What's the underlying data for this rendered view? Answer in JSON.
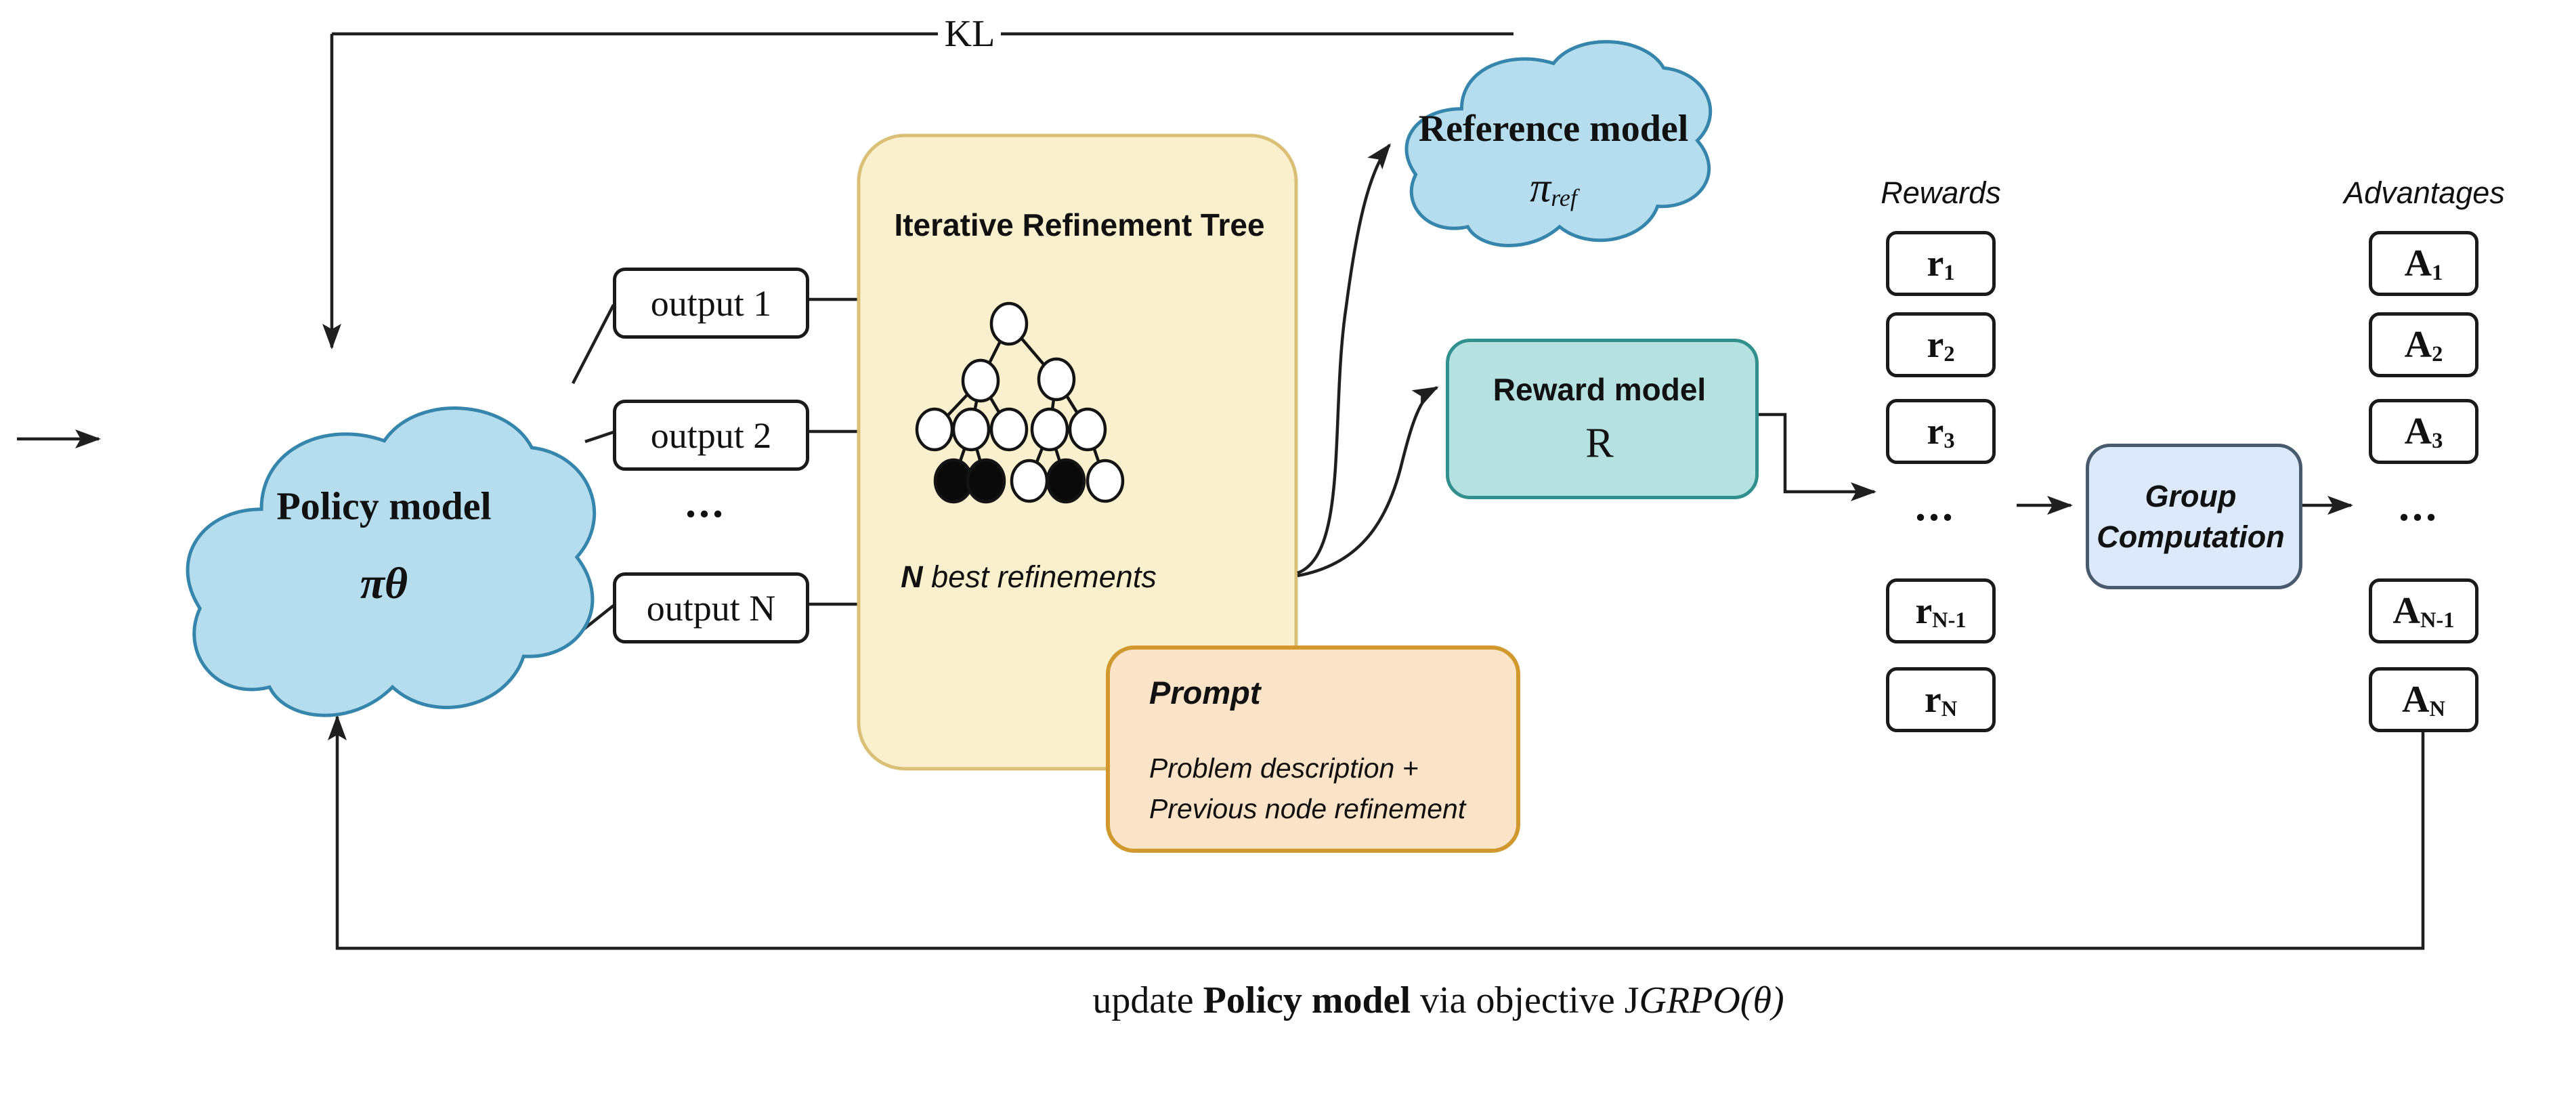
{
  "colors": {
    "cloud_fill": "#b5dded",
    "cloud_stroke": "#3585ad",
    "tree_panel_fill": "#fbf0cd",
    "tree_panel_stroke": "#dcbf77",
    "prompt_fill": "#fbe3c7",
    "prompt_stroke": "#d1992d",
    "reward_fill": "#b5e1e0",
    "reward_stroke": "#31908e",
    "group_fill": "#dbe9fb",
    "group_stroke": "#475a6e",
    "line_color": "#1f1f1f"
  },
  "kl_label": "KL",
  "policy_cloud": {
    "title": "Policy model",
    "symbol": "πθ"
  },
  "outputs": {
    "o1": "output 1",
    "o2": "output 2",
    "ellipsis": "...",
    "oN": "output N"
  },
  "tree_panel": {
    "title": "Iterative Refinement Tree",
    "caption_n": "N",
    "caption_rest": " best refinements"
  },
  "prompt_box": {
    "title": "Prompt",
    "line1": "Problem description +",
    "line2": "Previous node refinement"
  },
  "reference_cloud": {
    "title": "Reference model",
    "symbol_base": "π",
    "symbol_sub": "ref"
  },
  "reward_model": {
    "title": "Reward model",
    "symbol": "R"
  },
  "rewards": {
    "header": "Rewards",
    "ellipsis": "...",
    "boxes": [
      {
        "base": "r",
        "sub": "1"
      },
      {
        "base": "r",
        "sub": "2"
      },
      {
        "base": "r",
        "sub": "3"
      },
      {
        "base": "r",
        "sub": "N-1"
      },
      {
        "base": "r",
        "sub": "N"
      }
    ]
  },
  "group_box": {
    "line1": "Group",
    "line2": "Computation"
  },
  "advantages": {
    "header": "Advantages",
    "ellipsis": "...",
    "boxes": [
      {
        "base": "A",
        "sub": "1"
      },
      {
        "base": "A",
        "sub": "2"
      },
      {
        "base": "A",
        "sub": "3"
      },
      {
        "base": "A",
        "sub": "N-1"
      },
      {
        "base": "A",
        "sub": "N"
      }
    ]
  },
  "update_text": {
    "pre": "update ",
    "bold": "Policy model",
    "mid": " via objective ",
    "obj_prefix": "J",
    "obj_name": "GRPO",
    "obj_args": "(θ)"
  }
}
